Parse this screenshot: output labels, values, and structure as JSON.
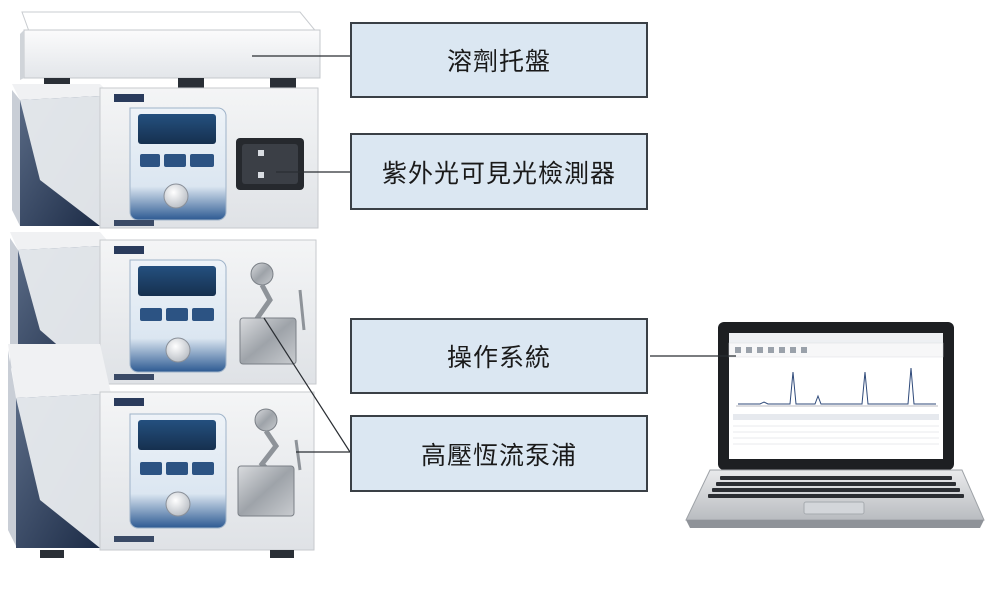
{
  "labels": {
    "solvent_tray": "溶劑托盤",
    "uv_vis_detector": "紫外光可見光檢測器",
    "operating_system": "操作系統",
    "hplc_pump": "高壓恆流泵浦"
  },
  "colors": {
    "callout_fill": "#dbe7f2",
    "callout_border": "#3a4046",
    "panel_blue": "#2c4a7a",
    "display_dark": "#1c3d63"
  }
}
